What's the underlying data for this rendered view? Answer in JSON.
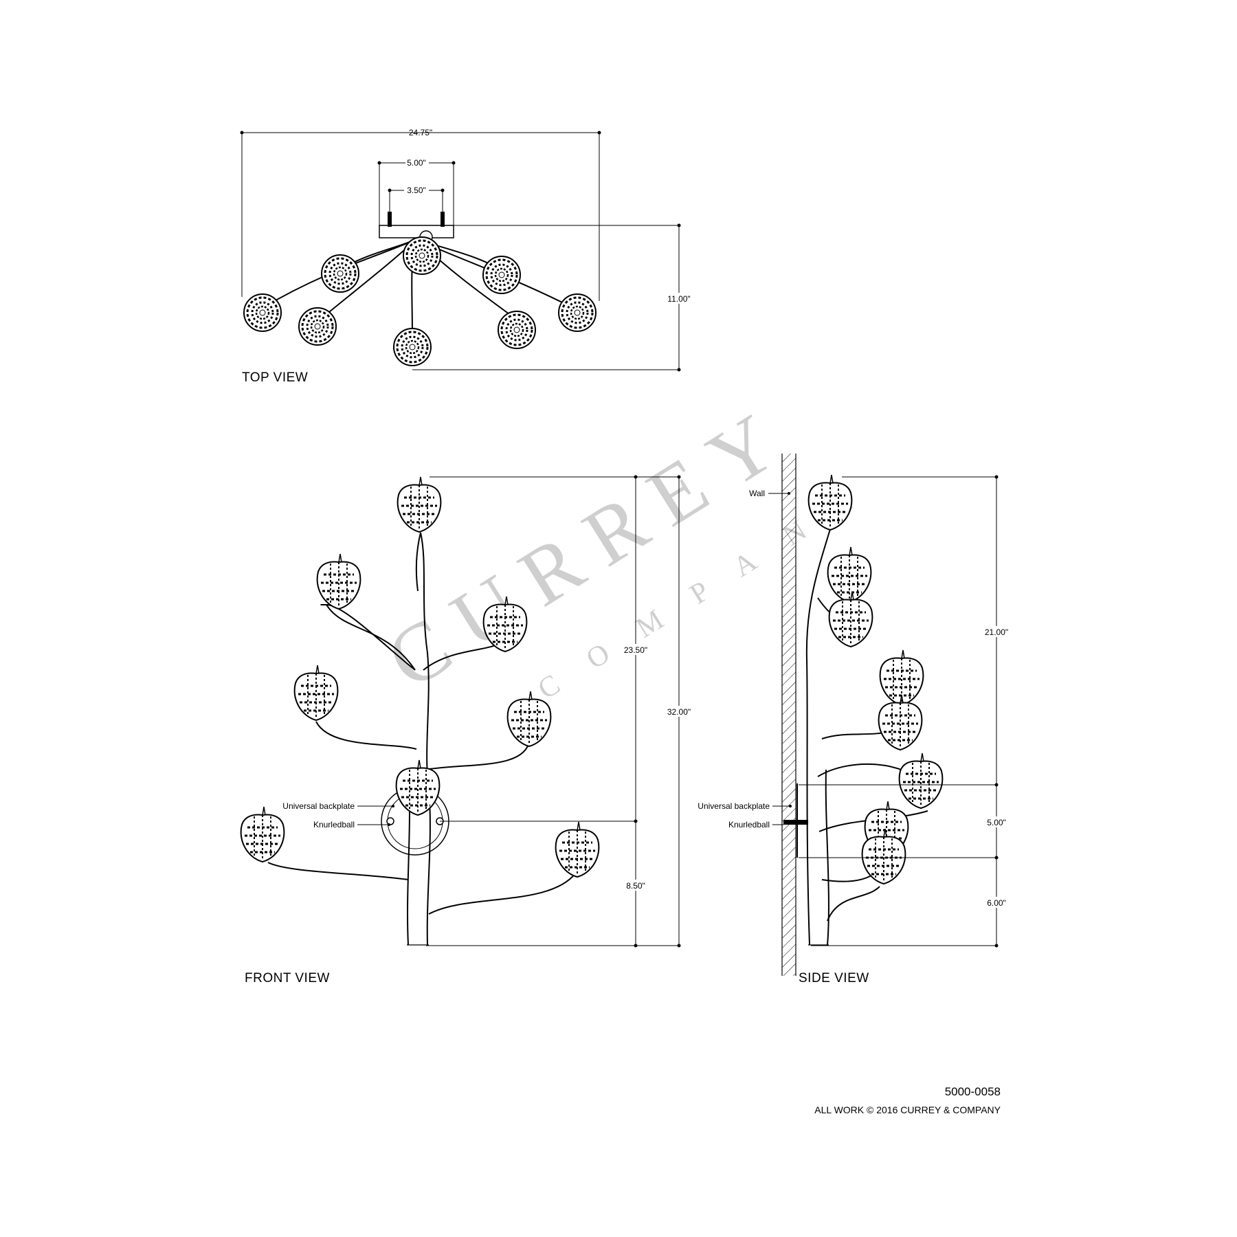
{
  "views": {
    "top": "TOP VIEW",
    "front": "FRONT VIEW",
    "side": "SIDE VIEW"
  },
  "dimensions": {
    "top_width": "24.75\"",
    "top_backplate": "5.00\"",
    "top_mount": "3.50\"",
    "top_depth": "11.00\"",
    "front_upper": "23.50\"",
    "front_total": "32.00\"",
    "front_lower": "8.50\"",
    "side_upper": "21.00\"",
    "side_mid": "5.00\"",
    "side_lower": "6.00\""
  },
  "labels": {
    "universal_backplate": "Universal backplate",
    "knurledball": "Knurledball",
    "wall": "Wall"
  },
  "watermark": {
    "brand": "CURREY",
    "sub": "COMPANY"
  },
  "footer": {
    "part_number": "5000-0058",
    "copyright": "ALL WORK © 2016 CURREY & COMPANY"
  }
}
